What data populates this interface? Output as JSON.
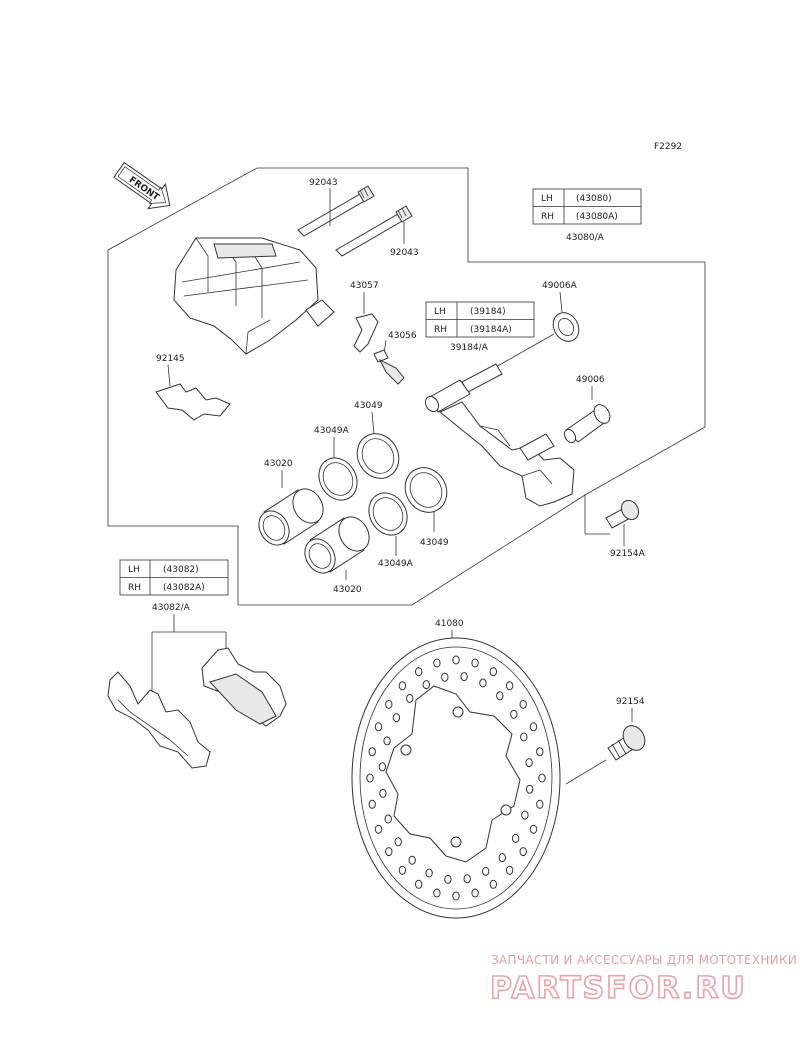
{
  "figure_code": "F2292",
  "front_label": "FRONT",
  "labels": {
    "p92043_top": "92043",
    "p92043_bot": "92043",
    "p43057": "43057",
    "p43056": "43056",
    "p92145": "92145",
    "p43049_top": "43049",
    "p43049A_top": "43049A",
    "p43020_top": "43020",
    "p43049_bot": "43049",
    "p43049A_bot": "43049A",
    "p43020_bot": "43020",
    "p43080A": "43080/A",
    "p49006A": "49006A",
    "p39184A": "39184/A",
    "p49006": "49006",
    "p92154A": "92154A",
    "p43082A": "43082/A",
    "p41080": "41080",
    "p92154": "92154"
  },
  "tables": {
    "t43080": {
      "r1": [
        "LH",
        "(43080)"
      ],
      "r2": [
        "RH",
        "(43080A)"
      ]
    },
    "t39184": {
      "r1": [
        "LH",
        "(39184)"
      ],
      "r2": [
        "RH",
        "(39184A)"
      ]
    },
    "t43082": {
      "r1": [
        "LH",
        "(43082)"
      ],
      "r2": [
        "RH",
        "(43082A)"
      ]
    }
  },
  "watermark": {
    "tagline": "ЗАПЧАСТИ И АКСЕССУАРЫ ДЛЯ МОТОТЕХНИКИ",
    "brand": "PARTSFOR.RU"
  }
}
